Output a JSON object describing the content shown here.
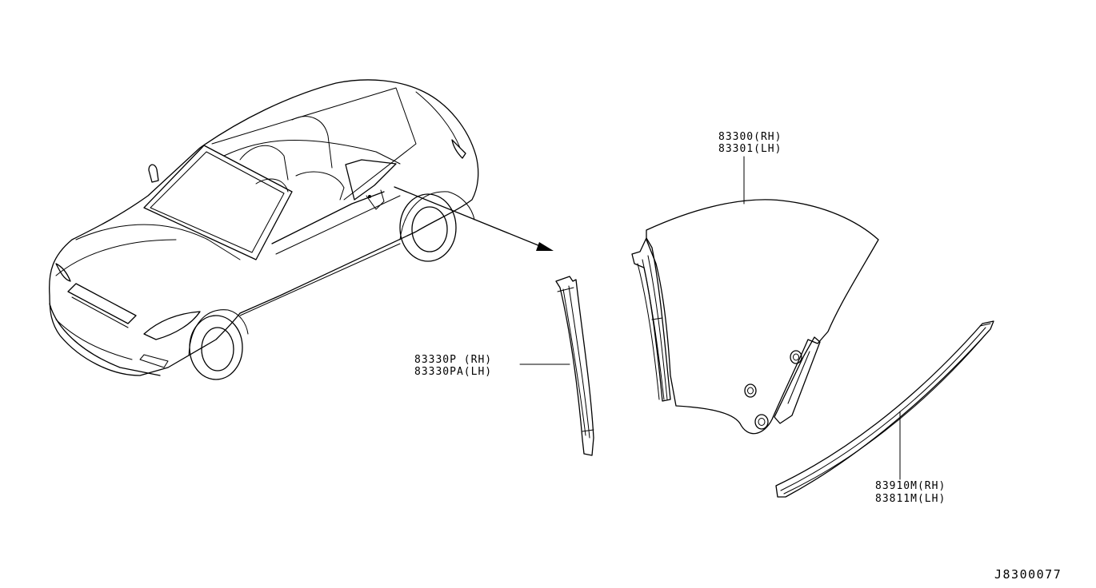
{
  "parts": {
    "glass": {
      "rh": "83300(RH)",
      "lh": "83301(LH)"
    },
    "sash": {
      "rh": "83330P (RH)",
      "lh": "83330PA(LH)"
    },
    "moulding": {
      "rh": "83910M(RH)",
      "lh": "83811M(LH)"
    }
  },
  "diagram_code": "J8300077"
}
